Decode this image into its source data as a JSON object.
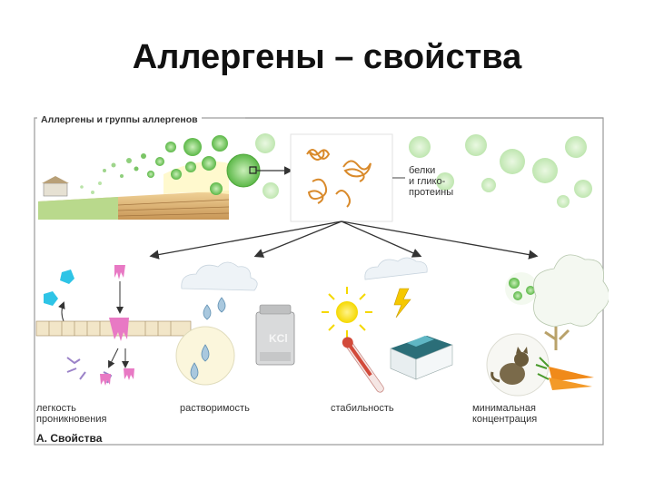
{
  "slide": {
    "title": "Аллергены – свойства"
  },
  "figure": {
    "caption": "Аллергены и группы аллергенов",
    "molecule_label": [
      "белки",
      "и глико-",
      "протеины"
    ],
    "properties": [
      {
        "label": [
          "легкость",
          "проникновения"
        ]
      },
      {
        "label": [
          "растворимость"
        ]
      },
      {
        "label": [
          "стабильность"
        ]
      },
      {
        "label": [
          "минимальная",
          "концентрация"
        ]
      }
    ],
    "salt_label": "KCl",
    "panel_label": "А. Свойства"
  },
  "colors": {
    "pollen": "#5cb848",
    "molecule": "#d98a2b",
    "cyan_cell": "#2ec4e6",
    "pink_cell": "#e879c4",
    "sun": "#f5d800",
    "water": "#a9c8de",
    "arrow": "#333333"
  }
}
